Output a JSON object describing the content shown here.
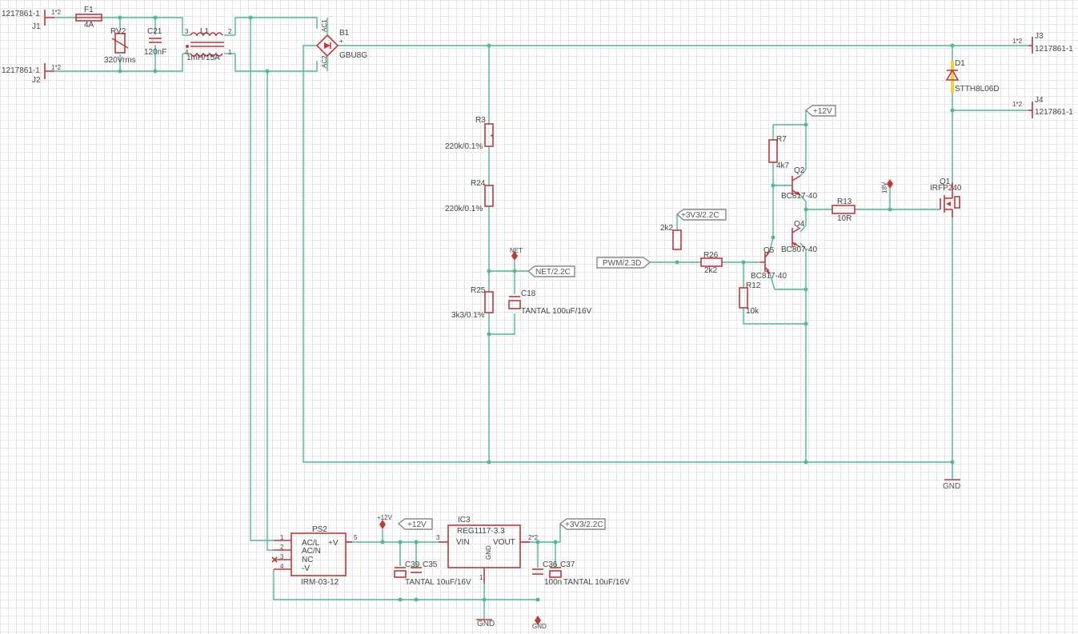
{
  "connectors": {
    "j1": {
      "ref": "J1",
      "part": "1217861-1",
      "pin": "1*2"
    },
    "j2": {
      "ref": "J2",
      "part": "1217861-1",
      "pin": "1*2"
    },
    "j3": {
      "ref": "J3",
      "part": "1217861-1",
      "pin": "1*2"
    },
    "j4": {
      "ref": "J4",
      "part": "1217861-1",
      "pin": "1*2"
    }
  },
  "components": {
    "f1": {
      "ref": "F1",
      "value": "4A"
    },
    "rv2": {
      "ref": "RV2",
      "value": "320Vrms"
    },
    "c21": {
      "ref": "C21",
      "value": "120nF"
    },
    "l1": {
      "ref": "L1",
      "value": "1mH/15A",
      "pin3": "3",
      "pin2": "2",
      "pin4": "4",
      "pin1": "1"
    },
    "b1": {
      "ref": "B1",
      "value": "GBU8G",
      "ac1": "AC1",
      "ac2": "AC2",
      "plus": "+",
      "minus": "-"
    },
    "r3": {
      "ref": "R3",
      "value": "220k/0.1%"
    },
    "r24": {
      "ref": "R24",
      "value": "220k/0.1%"
    },
    "r25": {
      "ref": "R25",
      "value": "3k3/0.1%"
    },
    "c18": {
      "ref": "C18",
      "value": "TANTAL 100uF/16V"
    },
    "d1": {
      "ref": "D1",
      "value": "STTH8L06D"
    },
    "r7": {
      "ref": "R7",
      "value": "4k7"
    },
    "q2": {
      "ref": "Q2",
      "value": "BC817-40"
    },
    "q4": {
      "ref": "Q4",
      "value": "BC807-40"
    },
    "q5": {
      "ref": "Q5",
      "value": "BC817-40"
    },
    "q1": {
      "ref": "Q1",
      "value": "IRFP240"
    },
    "r13": {
      "ref": "R13",
      "value": "10R"
    },
    "r26": {
      "ref": "R26",
      "value": "2k2"
    },
    "r2k2": {
      "value": "2k2"
    },
    "r12": {
      "ref": "R12",
      "value": "10k"
    },
    "ps2": {
      "ref": "PS2",
      "value": "IRM-03-12",
      "pins": [
        "1",
        "2",
        "3",
        "4"
      ],
      "pin5": "5",
      "acl": "AC/L",
      "acn": "AC/N",
      "nc": "NC",
      "vneg": "-V",
      "vpos": "+V"
    },
    "ic3": {
      "ref": "IC3",
      "value": "REG1117-3.3",
      "vin": "VIN",
      "vout": "VOUT",
      "gnd": "GND",
      "pin3": "3",
      "pin2": "2*2",
      "pin1": "1"
    },
    "c39": {
      "ref": "C39"
    },
    "c35": {
      "ref": "C35",
      "value": "TANTAL 10uF/16V"
    },
    "c36": {
      "ref": "C36",
      "value": "100n"
    },
    "c37": {
      "ref": "C37",
      "value": "TANTAL 10uF/16V"
    }
  },
  "labels": {
    "net": "NET/2.2C",
    "net_small": "NET",
    "v12_top": "+12V",
    "v12_bottom": "+12V",
    "v12_small": "+12V",
    "v33_mid": "+3V3/2.2C",
    "v33_bottom": "+3V3/2.2C",
    "pwm": "PWM/2.3D",
    "gnd_main": "GND",
    "gnd_ic": "GND",
    "gnd_small": "GND",
    "v18": "18V"
  },
  "colors": {
    "wire": "#4fb898",
    "component": "#c0393b",
    "grid": "#e6e6e6",
    "flag_border": "#888888",
    "diode_band": "#f2d23a"
  }
}
